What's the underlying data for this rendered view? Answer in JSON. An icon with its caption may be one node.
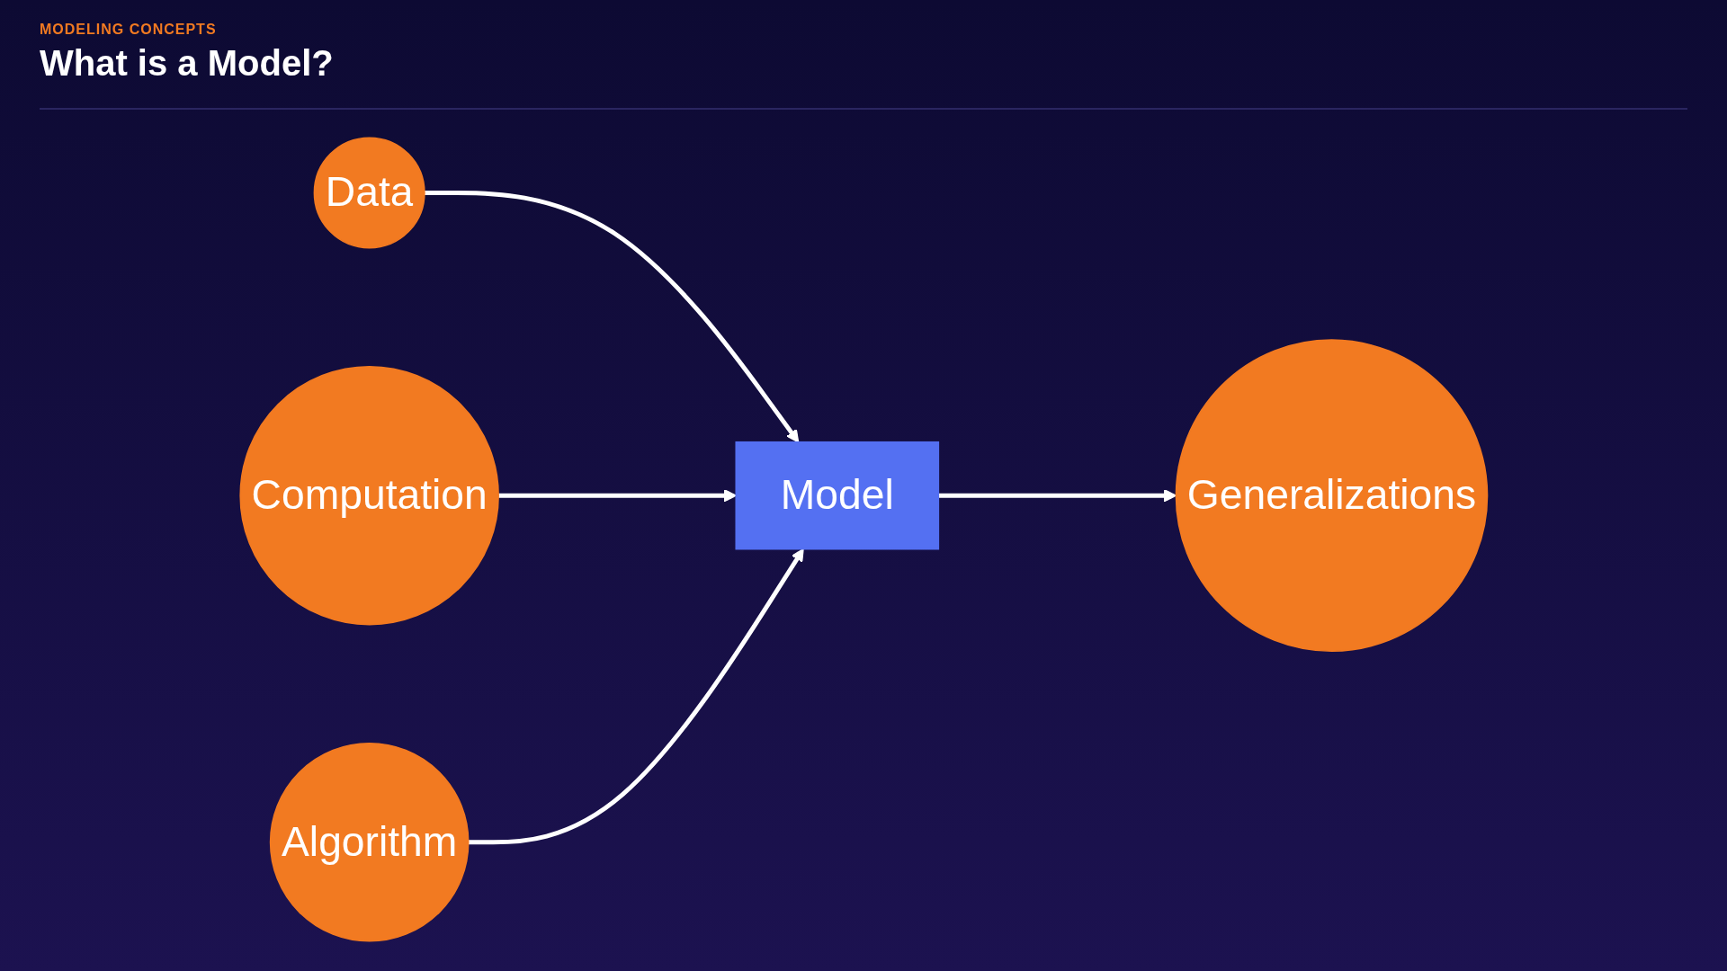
{
  "diagram": {
    "title": "What is a Model?",
    "nodes": [
      {
        "text": [
          "Generalizations"
        ]
      },
      {
        "text": [
          "Data"
        ]
      },
      {
        "text": [
          "Computation"
        ]
      },
      {
        "text": [
          "Model"
        ]
      },
      {
        "text": [
          "Algorithm"
        ]
      }
    ],
    "edges": [
      {
        "from": 1,
        "to": 3,
        "arrow": "to"
      },
      {
        "from": 2,
        "to": 3,
        "arrow": "to"
      },
      {
        "from": 3,
        "to": 0,
        "arrow": "to"
      },
      {
        "from": 4,
        "to": 3,
        "arrow": "to"
      }
    ],
    "labels": [
      "MODELING CONCEPTS"
    ]
  }
}
